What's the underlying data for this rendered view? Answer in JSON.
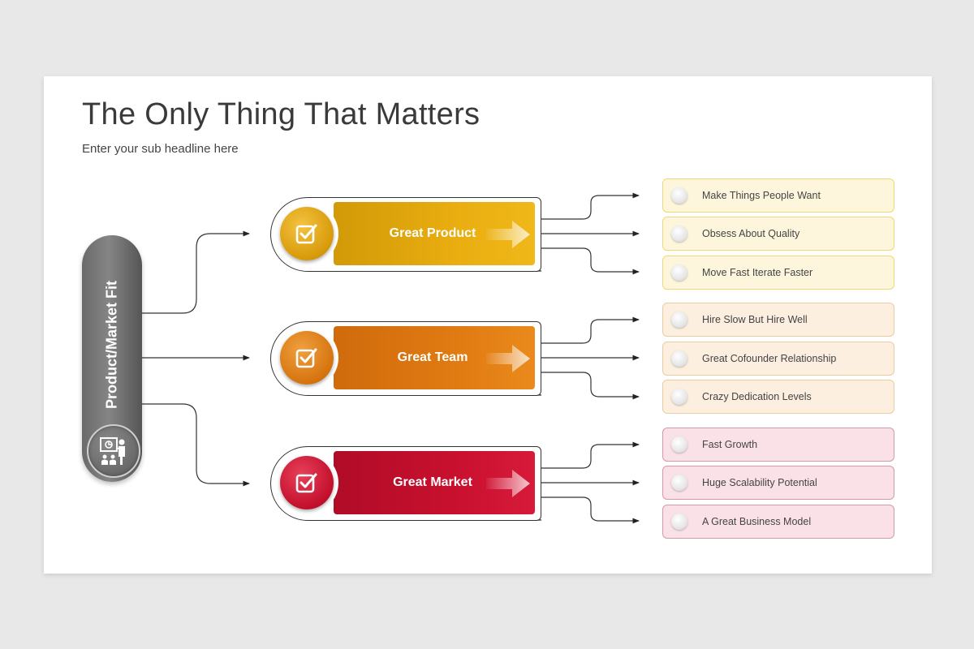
{
  "title": "The Only Thing That Matters",
  "subtitle": "Enter your sub headline here",
  "root": {
    "label": "Product/Market Fit",
    "icon": "presentation-icon"
  },
  "modules": [
    {
      "label": "Great Product",
      "color": "#e7aa0d",
      "items": [
        "Make Things People Want",
        "Obsess About Quality",
        "Move Fast Iterate Faster"
      ]
    },
    {
      "label": "Great Team",
      "color": "#e17a13",
      "items": [
        "Hire Slow But Hire Well",
        "Great Cofounder Relationship",
        "Crazy Dedication Levels"
      ]
    },
    {
      "label": "Great Market",
      "color": "#c8102e",
      "items": [
        "Fast Growth",
        "Huge Scalability Potential",
        "A Great Business Model"
      ]
    }
  ]
}
